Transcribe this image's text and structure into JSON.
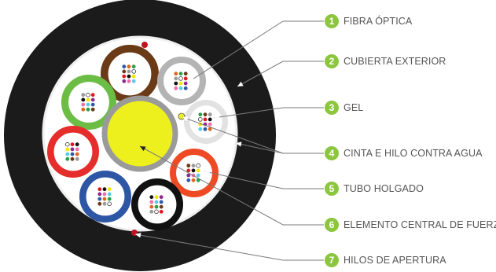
{
  "legend": [
    {
      "num": "1",
      "label": "FIBRA ÓPTICA"
    },
    {
      "num": "2",
      "label": "CUBIERTA EXTERIOR"
    },
    {
      "num": "3",
      "label": "GEL"
    },
    {
      "num": "4",
      "label": "CINTA E HILO CONTRA AGUA"
    },
    {
      "num": "5",
      "label": "TUBO HOLGADO"
    },
    {
      "num": "6",
      "label": "ELEMENTO CENTRAL DE FUERZA"
    },
    {
      "num": "7",
      "label": "HILOS DE APERTURA"
    }
  ],
  "colors": {
    "outer_jacket": "#1b1b1b",
    "inner_fill": "#ffffff",
    "water_tape": "#efefef",
    "central_member": "#eef01e",
    "central_ring": "#9a9a9a",
    "badge": "#8cc63f",
    "leader_line": "#7a7a7a",
    "ripcord": "#c1121f",
    "tube_brown": "#6b3a17",
    "tube_gray": "#b4b4b4",
    "tube_white": "#ffffff",
    "tube_orange": "#ee4a24",
    "tube_green": "#6cbd45",
    "tube_red": "#e52e2b",
    "tube_blue": "#2d56a5",
    "tube_black": "#111111"
  },
  "fiber_colors": [
    "#2f5aa8",
    "#e2651d",
    "#2aa04a",
    "#6b3a17",
    "#9a9a9a",
    "#ffffff",
    "#e11b22",
    "#111111",
    "#f2e600",
    "#8e2a8f",
    "#f06fa8",
    "#5ec9e6"
  ]
}
